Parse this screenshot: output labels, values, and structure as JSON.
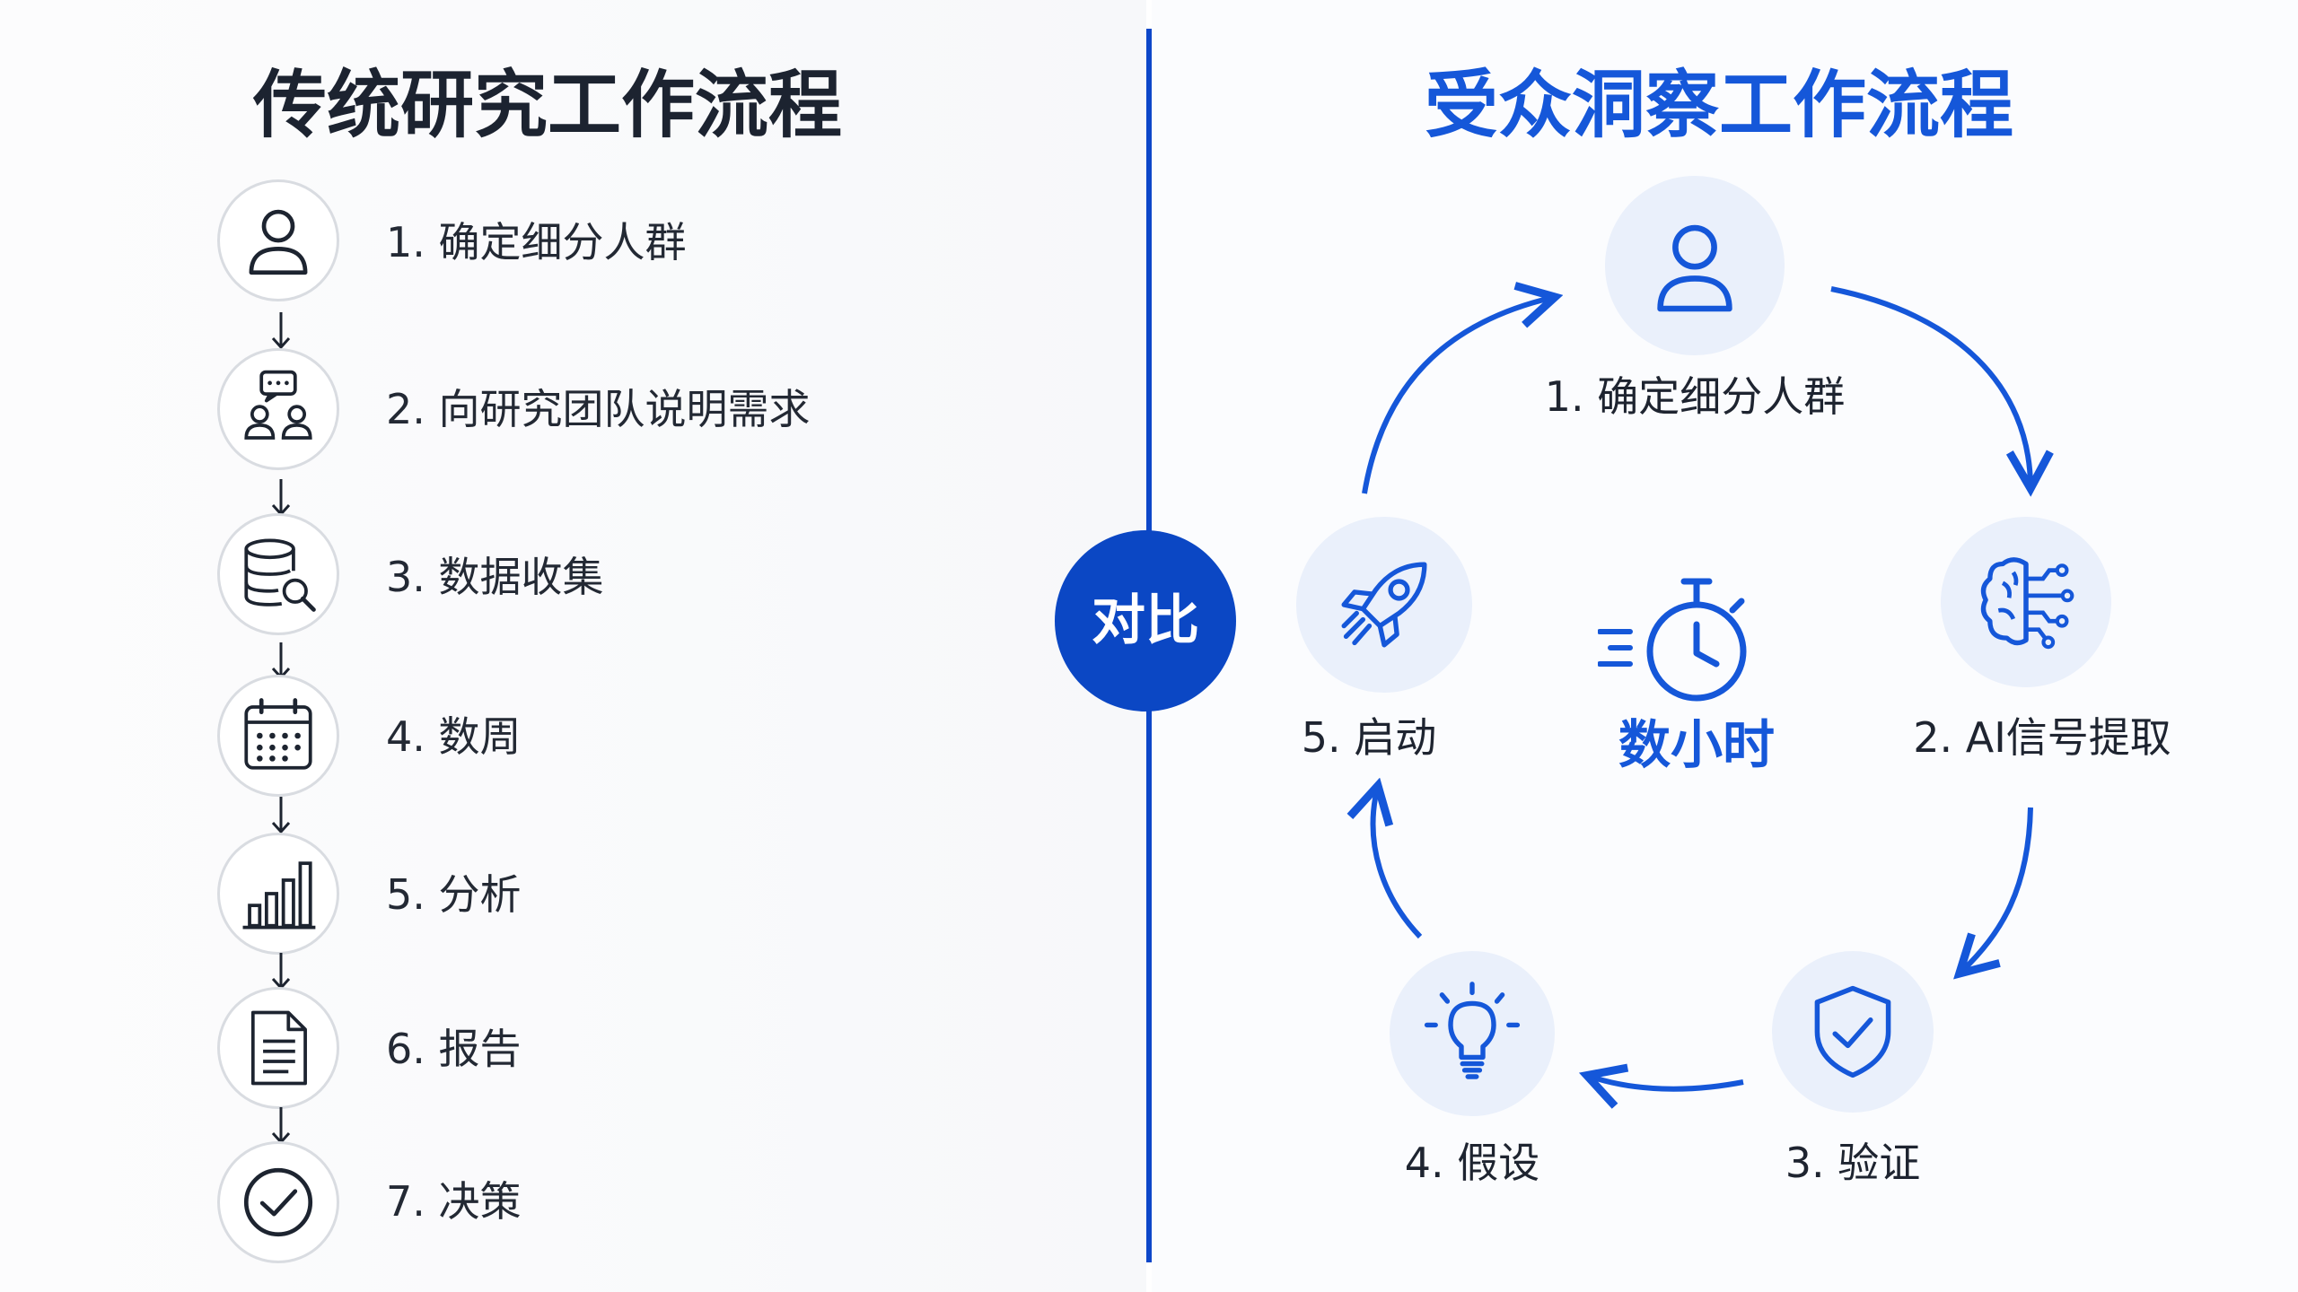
{
  "left": {
    "title": "传统研究工作流程",
    "steps": [
      {
        "label": "1. 确定细分人群",
        "icon": "person-icon"
      },
      {
        "label": "2. 向研究团队说明需求",
        "icon": "team-chat-icon"
      },
      {
        "label": "3. 数据收集",
        "icon": "database-search-icon"
      },
      {
        "label": "4. 数周",
        "icon": "calendar-icon"
      },
      {
        "label": "5. 分析",
        "icon": "bar-chart-icon"
      },
      {
        "label": "6. 报告",
        "icon": "document-icon"
      },
      {
        "label": "7. 决策",
        "icon": "check-circle-icon"
      }
    ]
  },
  "divider": {
    "label": "对比"
  },
  "right": {
    "title": "受众洞察工作流程",
    "center_label": "数小时",
    "center_icon": "stopwatch-icon",
    "steps": [
      {
        "label": "1. 确定细分人群",
        "icon": "person-icon"
      },
      {
        "label": "2. AI信号提取",
        "icon": "ai-brain-icon"
      },
      {
        "label": "3. 验证",
        "icon": "shield-check-icon"
      },
      {
        "label": "4. 假设",
        "icon": "lightbulb-icon"
      },
      {
        "label": "5. 启动",
        "icon": "rocket-icon"
      }
    ]
  },
  "colors": {
    "accent": "#1557d9",
    "divider": "#0d47c9",
    "text": "#1c2330",
    "icon_bg": "#eaf0fb"
  }
}
